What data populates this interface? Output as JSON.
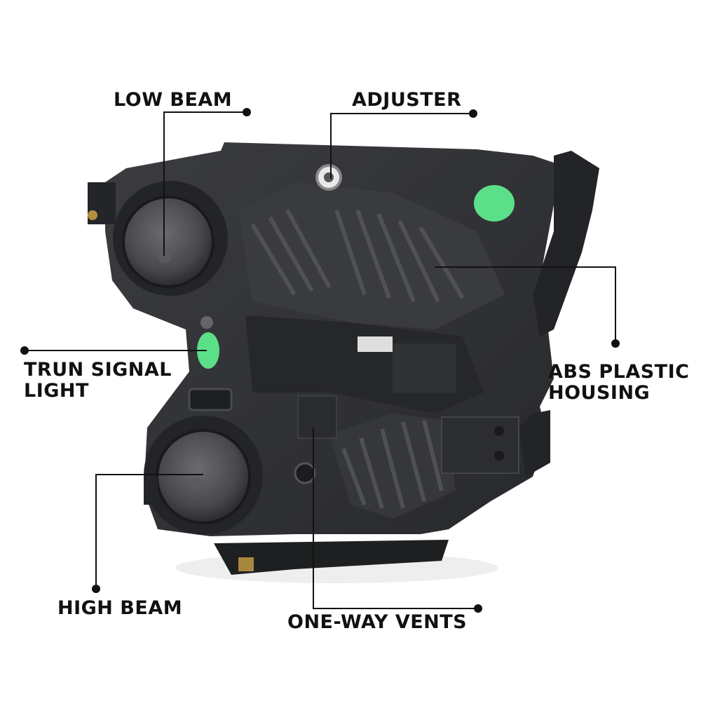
{
  "callouts": {
    "low_beam": "LOW BEAM",
    "adjuster": "ADJUSTER",
    "turn_signal_line1": "TRUN SIGNAL",
    "turn_signal_line2": "LIGHT",
    "abs_housing_line1": "ABS PLASTIC",
    "abs_housing_line2": "HOUSING",
    "high_beam": "HIGH BEAM",
    "one_way_vents": "ONE-WAY VENTS"
  },
  "colors": {
    "housing": "#2f3033",
    "housing_dark": "#1f2022",
    "housing_light": "#4a4b4f",
    "green_cap": "#5be089",
    "label_text": "#111111",
    "leader_line": "#111111"
  }
}
